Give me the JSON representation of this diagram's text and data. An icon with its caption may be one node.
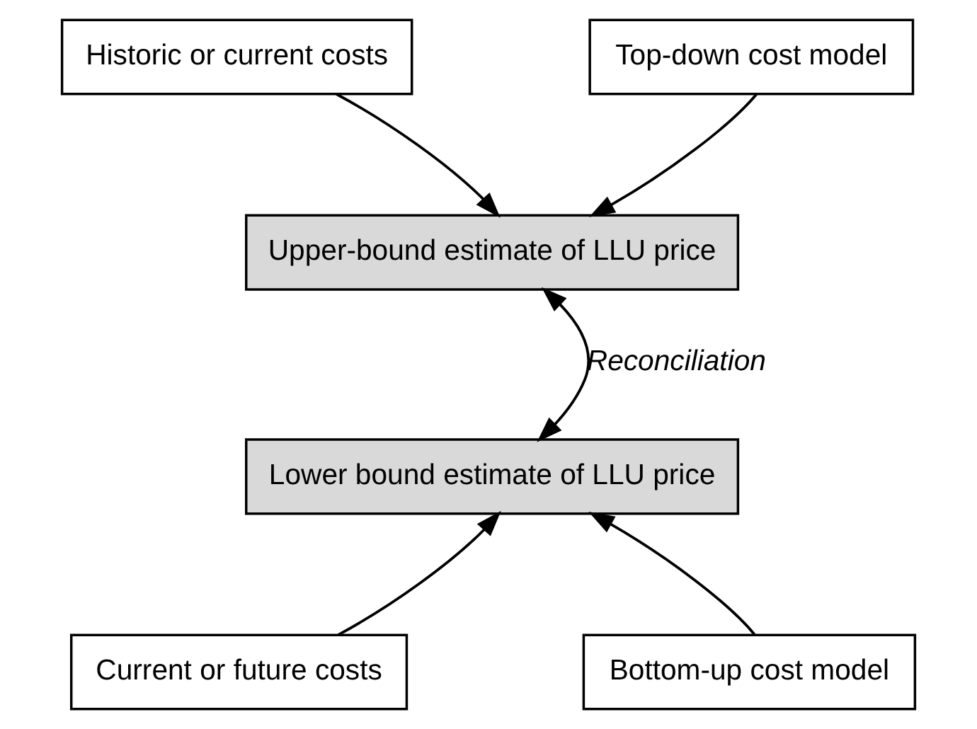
{
  "diagram": {
    "nodes": [
      {
        "text": [
          "Historic or current costs"
        ]
      },
      {
        "text": [
          "Top-down cost model"
        ]
      },
      {
        "text": [
          "Upper-bound estimate of LLU price"
        ]
      },
      {
        "text": [
          "Lower bound estimate of LLU price"
        ]
      },
      {
        "text": [
          "Current or future costs"
        ]
      },
      {
        "text": [
          "Bottom-up cost model"
        ]
      }
    ],
    "edges": [
      {
        "from": 0,
        "to": 2,
        "arrow": "to"
      },
      {
        "from": 1,
        "to": 2,
        "arrow": "to"
      },
      {
        "from": 2,
        "to": 3,
        "arrow": "both",
        "label": "Reconciliation"
      },
      {
        "from": 4,
        "to": 3,
        "arrow": "to"
      },
      {
        "from": 5,
        "to": 3,
        "arrow": "to"
      }
    ]
  }
}
